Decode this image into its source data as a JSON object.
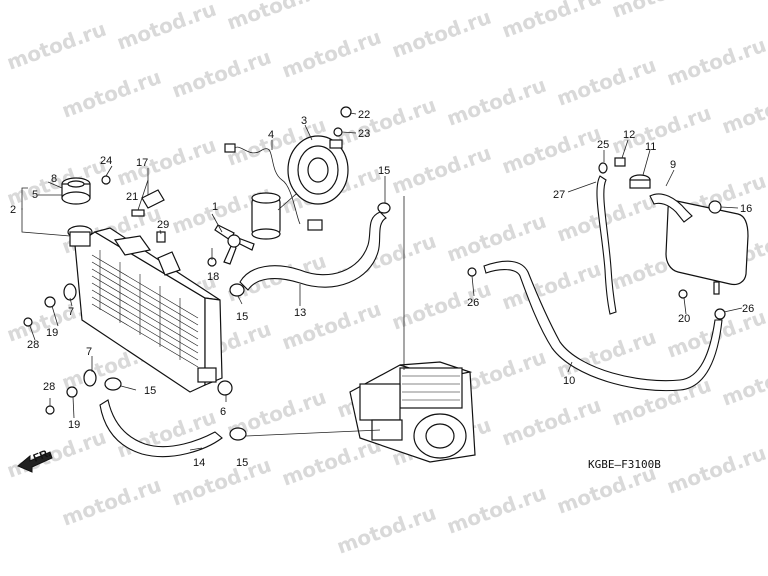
{
  "watermark": "motod.ru",
  "diagram_code": "KGBE—F3100B",
  "direction_label": "FR.",
  "callouts": [
    "1",
    "2",
    "3",
    "4",
    "5",
    "6",
    "7",
    "7",
    "8",
    "9",
    "10",
    "11",
    "12",
    "13",
    "14",
    "15",
    "15",
    "15",
    "15",
    "16",
    "17",
    "18",
    "19",
    "19",
    "20",
    "21",
    "22",
    "23",
    "24",
    "25",
    "26",
    "26",
    "27",
    "28",
    "28",
    "29"
  ],
  "colors": {
    "line": "#111111",
    "watermark": "#d9d9d9",
    "background": "#ffffff"
  }
}
